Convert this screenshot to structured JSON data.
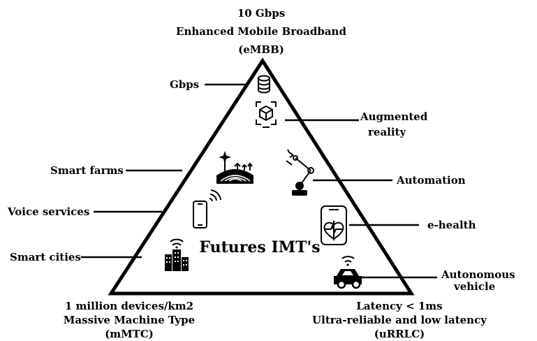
{
  "top": {
    "line1": "10 Gbps",
    "line2": "Enhanced Mobile Broadband",
    "line3": "(eMBB)"
  },
  "bottom_left": {
    "line1": "1 million devices/km2",
    "line2": "Massive Machine Type",
    "line3": "(mMTC)"
  },
  "bottom_right": {
    "line1": "Latency < 1ms",
    "line2": "Ultra-reliable and low latency",
    "line3": "(uRRLC)"
  },
  "center_label": "Futures IMT's",
  "left_items": {
    "gbps": "Gbps",
    "smart_farms": "Smart farms",
    "voice_services": "Voice services",
    "smart_cities": "Smart cities"
  },
  "right_items": {
    "augmented_1": "Augmented",
    "augmented_2": "reality",
    "automation": "Automation",
    "ehealth": "e-health",
    "autonomous_1": "Autonomous",
    "autonomous_2": "vehicle"
  },
  "icons": [
    "database-icon",
    "ar-cube-icon",
    "robot-arm-icon",
    "smart-farm-icon",
    "smartphone-wifi-icon",
    "heart-phone-icon",
    "smart-city-icon",
    "connected-car-icon"
  ]
}
